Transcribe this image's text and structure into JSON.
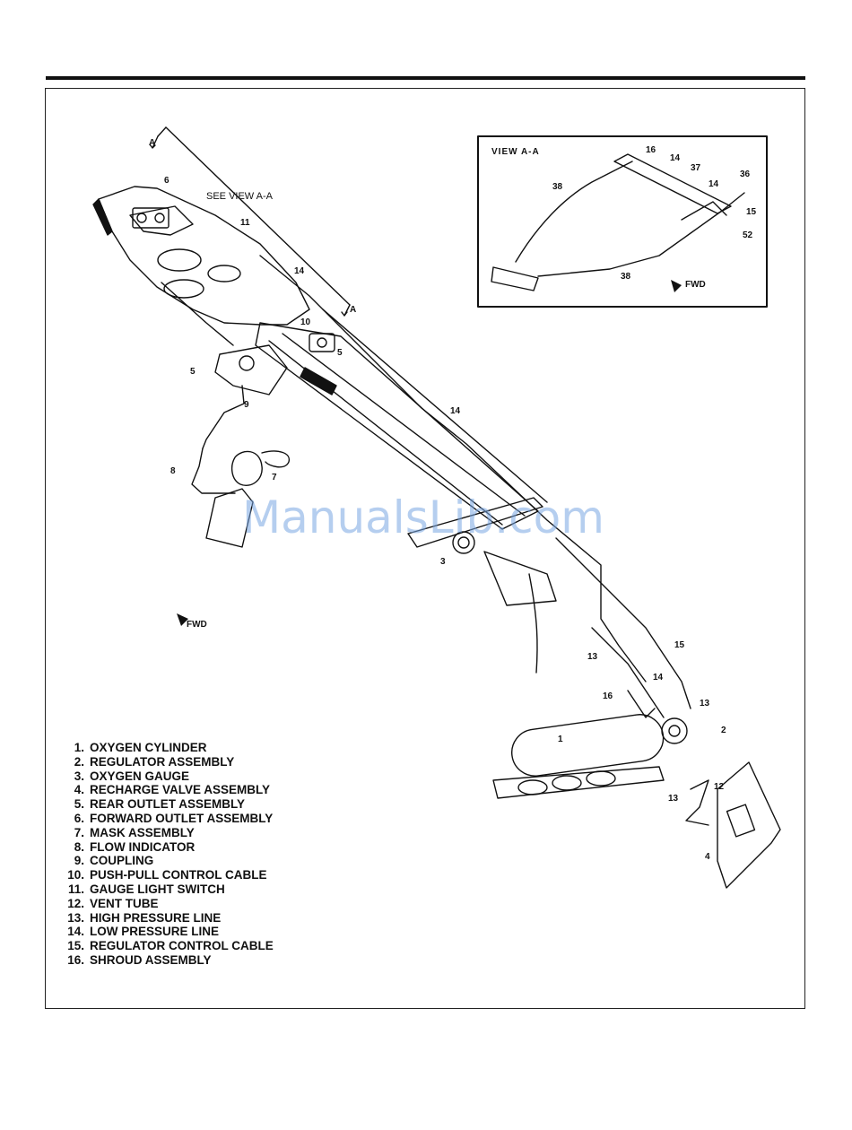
{
  "see_view_label": "SEE VIEW A-A",
  "view_a_a_title": "VIEW A-A",
  "section_marker": "A",
  "fwd_label": "FWD",
  "callouts": [
    "1",
    "2",
    "3",
    "4",
    "5",
    "6",
    "7",
    "8",
    "9",
    "10",
    "11",
    "12",
    "13",
    "14",
    "15",
    "16",
    "36",
    "37",
    "38",
    "52"
  ],
  "legend": [
    {
      "num": "1.",
      "text": "OXYGEN CYLINDER"
    },
    {
      "num": "2.",
      "text": "REGULATOR ASSEMBLY"
    },
    {
      "num": "3.",
      "text": "OXYGEN GAUGE"
    },
    {
      "num": "4.",
      "text": "RECHARGE VALVE ASSEMBLY"
    },
    {
      "num": "5.",
      "text": "REAR OUTLET ASSEMBLY"
    },
    {
      "num": "6.",
      "text": "FORWARD OUTLET ASSEMBLY"
    },
    {
      "num": "7.",
      "text": "MASK ASSEMBLY"
    },
    {
      "num": "8.",
      "text": "FLOW INDICATOR"
    },
    {
      "num": "9.",
      "text": "COUPLING"
    },
    {
      "num": "10.",
      "text": "PUSH-PULL CONTROL CABLE"
    },
    {
      "num": "11.",
      "text": "GAUGE LIGHT SWITCH"
    },
    {
      "num": "12.",
      "text": "VENT TUBE"
    },
    {
      "num": "13.",
      "text": "HIGH PRESSURE LINE"
    },
    {
      "num": "14.",
      "text": "LOW PRESSURE LINE"
    },
    {
      "num": "15.",
      "text": "REGULATOR CONTROL CABLE"
    },
    {
      "num": "16.",
      "text": "SHROUD ASSEMBLY"
    }
  ],
  "watermark": "ManualsLib.com"
}
